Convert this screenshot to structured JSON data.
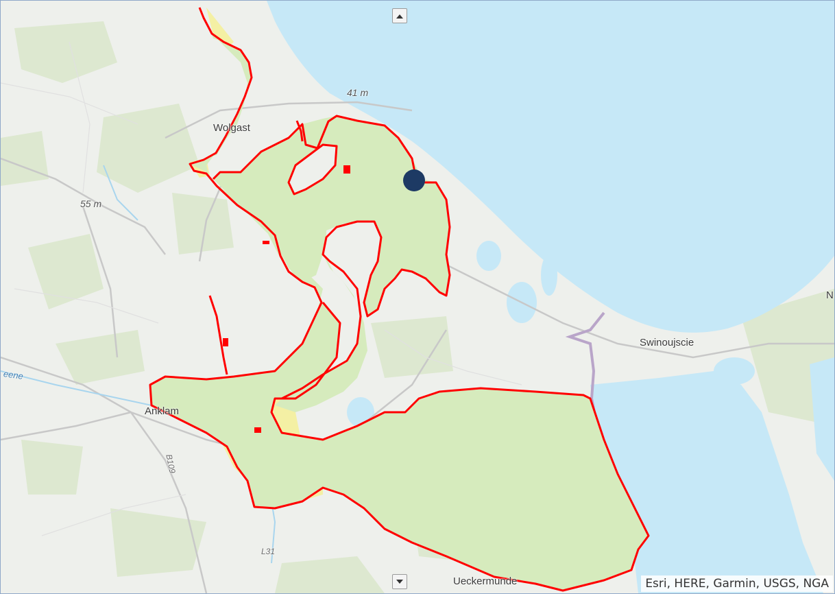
{
  "map": {
    "places": {
      "wolgast": "Wolgast",
      "anklam": "Anklam",
      "swinoujscie": "Swinoujscie",
      "ueckermunde": "Ueckermunde",
      "n_partial": "N"
    },
    "elevations": {
      "peak_41": "41 m",
      "peak_55": "55 m"
    },
    "roads": {
      "b109": "B109",
      "l31": "L31"
    },
    "water": {
      "peene": "eene"
    },
    "attribution": "Esri, HERE, Garmin, USGS, NGA",
    "icons": {
      "pan_up": "chevron-up-icon",
      "pan_down": "chevron-down-icon",
      "marker": "location-marker"
    },
    "colors": {
      "sea": "#c6e8f7",
      "land": "#eef0ec",
      "forest": "#dde8d0",
      "region_fill": "#d6ebbd",
      "yellow_zone": "#f4f0a4",
      "boundary": "#ff0000",
      "marker": "#1d3a64",
      "border_line": "#b9a5c9"
    }
  }
}
